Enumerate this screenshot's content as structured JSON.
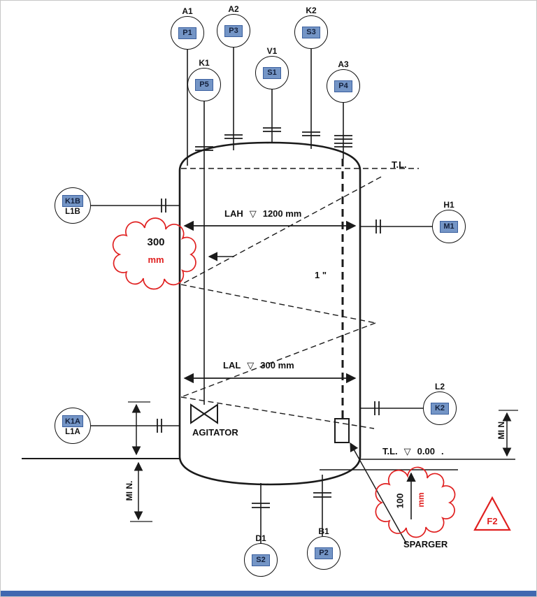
{
  "colors": {
    "red": "#e02020",
    "box_bg": "#7495c6",
    "box_border": "#3a5f9e",
    "line": "#1a1a1a",
    "bottom_bar": "#4068b0"
  },
  "icons": {
    "level": "▽"
  },
  "instruments": {
    "a1": {
      "tag": "A1",
      "code": "P1"
    },
    "a2": {
      "tag": "A2",
      "code": "P3"
    },
    "k2_top": {
      "tag": "K2",
      "code": "S3"
    },
    "v1": {
      "tag": "V1",
      "code": "S1"
    },
    "k1": {
      "tag": "K1",
      "code": "P5"
    },
    "a3": {
      "tag": "A3",
      "code": "P4"
    },
    "k1b": {
      "code": "K1B",
      "sub": "L1B"
    },
    "k1a": {
      "code": "K1A",
      "sub": "L1A"
    },
    "h1": {
      "tag": "H1",
      "code": "M1"
    },
    "l2": {
      "tag": "L2",
      "code": "K2"
    },
    "d1": {
      "tag": "D1",
      "code": "S2"
    },
    "b1": {
      "tag": "B1",
      "code": "P2"
    }
  },
  "annotations": {
    "tl_top": "T.L.",
    "tl_bottom": "T.L.",
    "elevation_zero": "0.00",
    "dot": ".",
    "lah_label": "LAH",
    "lah_value": "1200 mm",
    "lal_label": "LAL",
    "lal_value": "300 mm",
    "dim_300": "300",
    "dim_300_unit": "mm",
    "dim_100": "100",
    "dim_100_unit": "mm",
    "pipe_size": "1 \"",
    "agitator": "AGITATOR",
    "sparger": "SPARGER",
    "min_left": "MI N.",
    "min_right": "MI N.",
    "revision": "F2"
  }
}
